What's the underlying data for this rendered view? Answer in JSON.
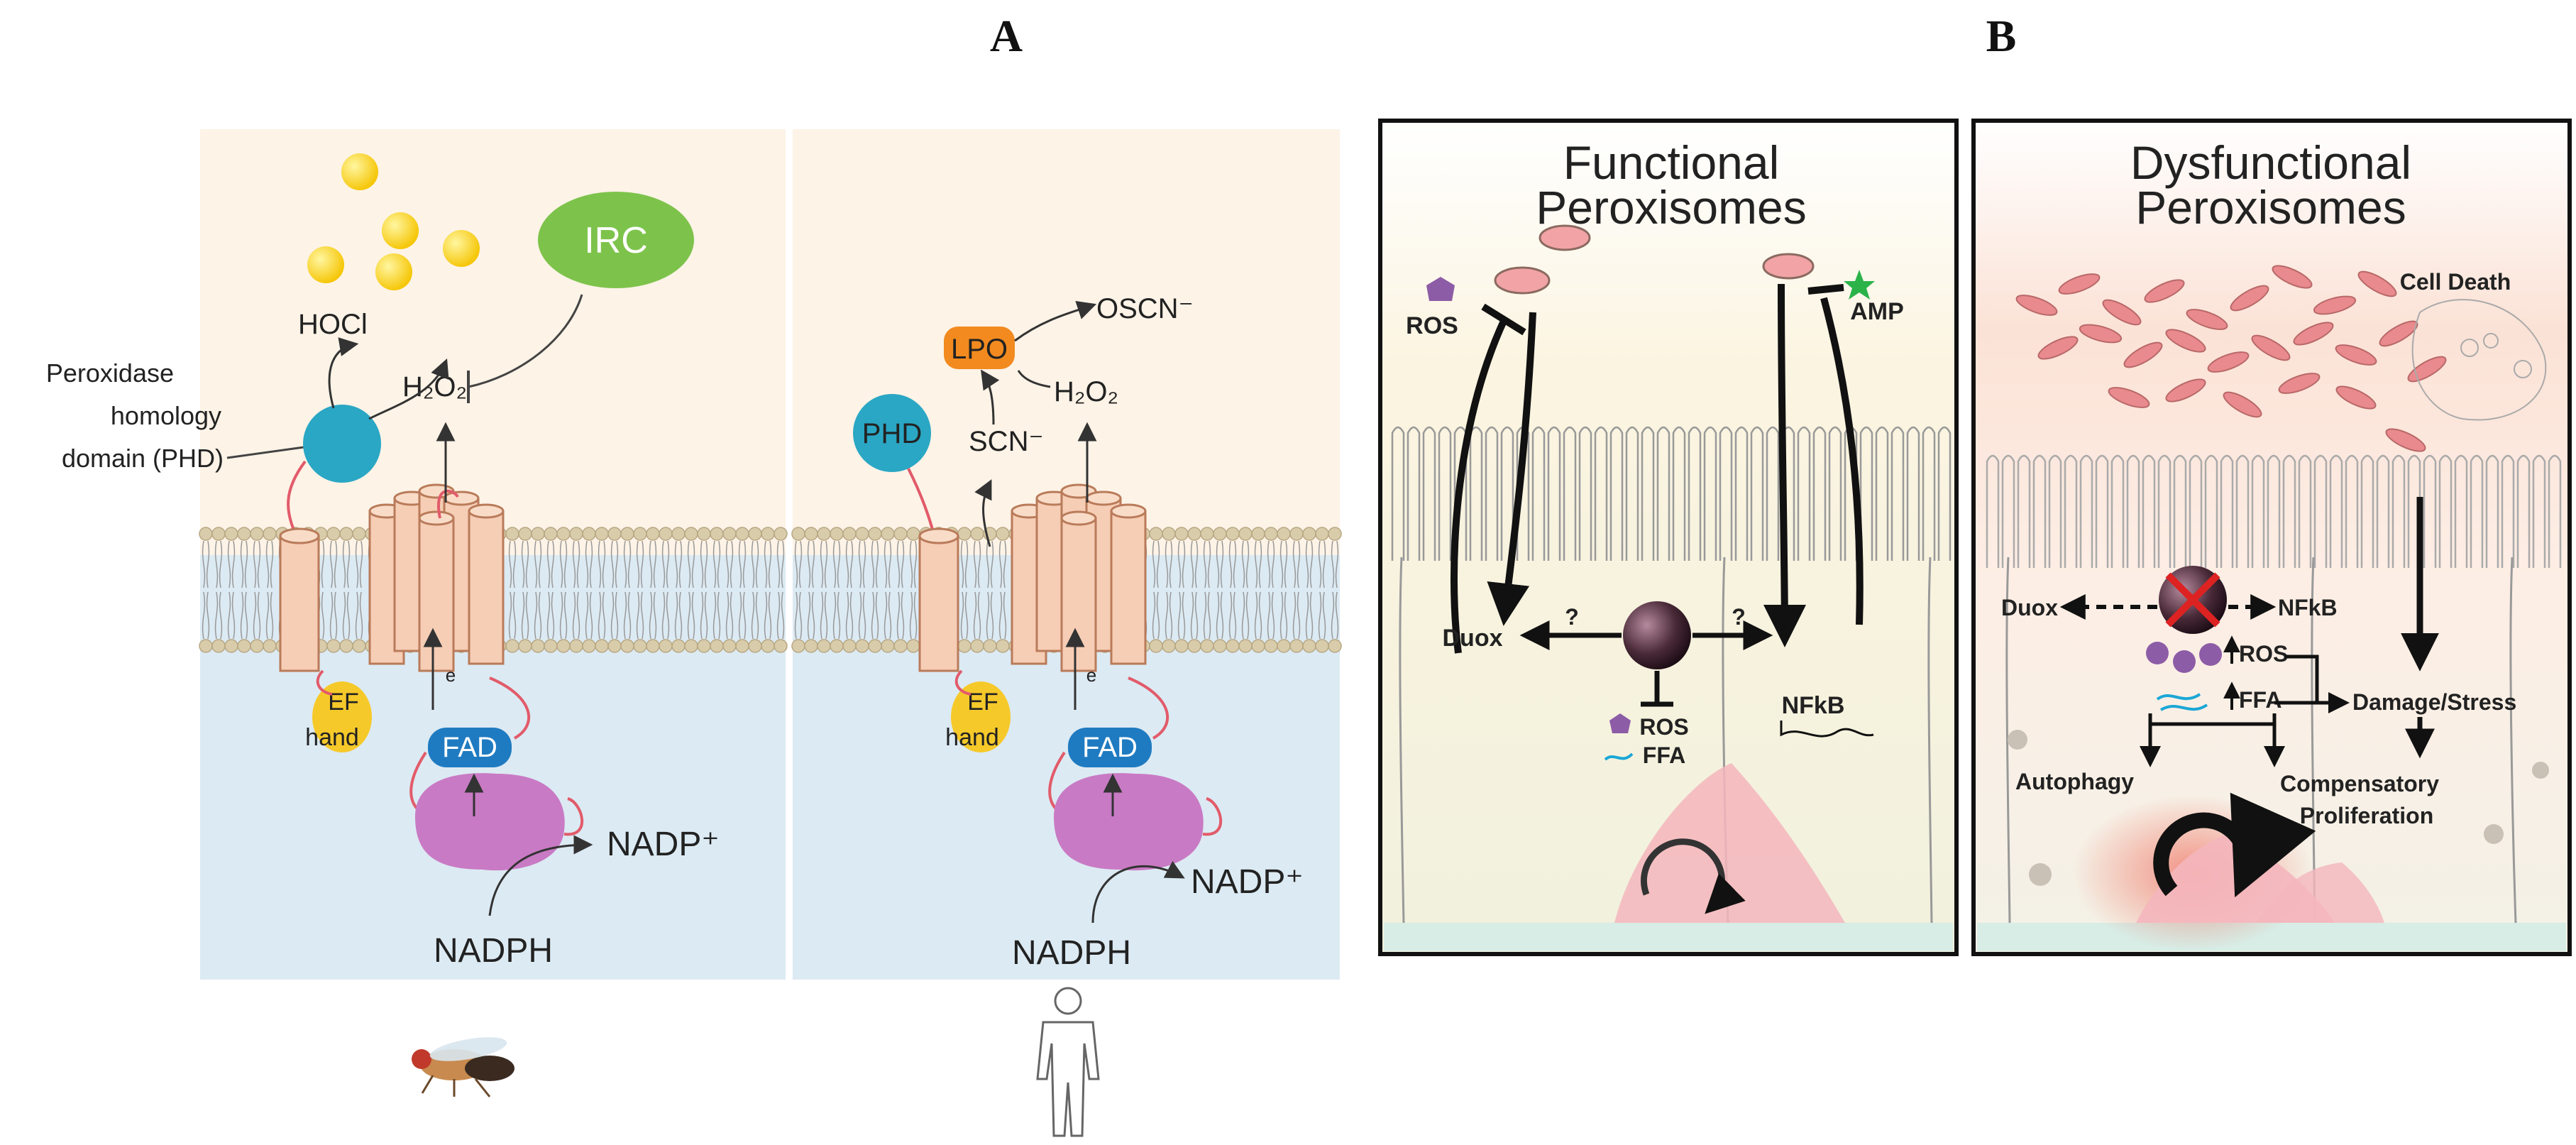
{
  "panel_a": {
    "label": "A",
    "left": {
      "hocl": "HOCl",
      "h2o2": "H₂O₂",
      "irc": "IRC",
      "phd_line1": "Peroxidase",
      "phd_line2": "homology",
      "phd_line3": "domain (PHD)",
      "ef1": "EF",
      "ef2": "hand",
      "e": "e",
      "fad": "FAD",
      "nadp": "NADP⁺",
      "nadph": "NADPH",
      "organism_icon": "fly-icon"
    },
    "right": {
      "lpo": "LPO",
      "oscn": "OSCN⁻",
      "h2o2": "H₂O₂",
      "scn": "SCN⁻",
      "phd": "PHD",
      "ef1": "EF",
      "ef2": "hand",
      "e": "e",
      "fad": "FAD",
      "nadp": "NADP⁺",
      "nadph": "NADPH",
      "organism_icon": "human-icon"
    }
  },
  "panel_b": {
    "label": "B",
    "functional": {
      "title1": "Functional",
      "title2": "Peroxisomes",
      "ros_top": "ROS",
      "amp": "AMP",
      "duox": "Duox",
      "q1": "?",
      "q2": "?",
      "nfkb": "NFkB",
      "ros": "ROS",
      "ffa": "FFA"
    },
    "dysfunctional": {
      "title1": "Dysfunctional",
      "title2": "Peroxisomes",
      "cell_death": "Cell Death",
      "duox": "Duox",
      "nfkb": "NFkB",
      "ros": "ROS",
      "ffa": "FFA",
      "damage": "Damage/Stress",
      "autophagy": "Autophagy",
      "comp1": "Compensatory",
      "comp2": "Proliferation"
    }
  },
  "colors": {
    "lumen": "#fdf3e7",
    "cytoplasm": "#dceaf3",
    "membrane_head": "#d9ccaa",
    "cylinder": "#f6cdb5",
    "phd": "#2aa7c4",
    "irc": "#7dc34b",
    "lpo": "#f28a1f",
    "ef_hand": "#f6c92a",
    "fad": "#1f7bc1",
    "nox_body": "#c97ac4",
    "ros": "#8d5ca6",
    "ffa": "#1aa7d6",
    "peroxisome": "#f2a3a6",
    "cell_pink": "#f4b6bd"
  }
}
